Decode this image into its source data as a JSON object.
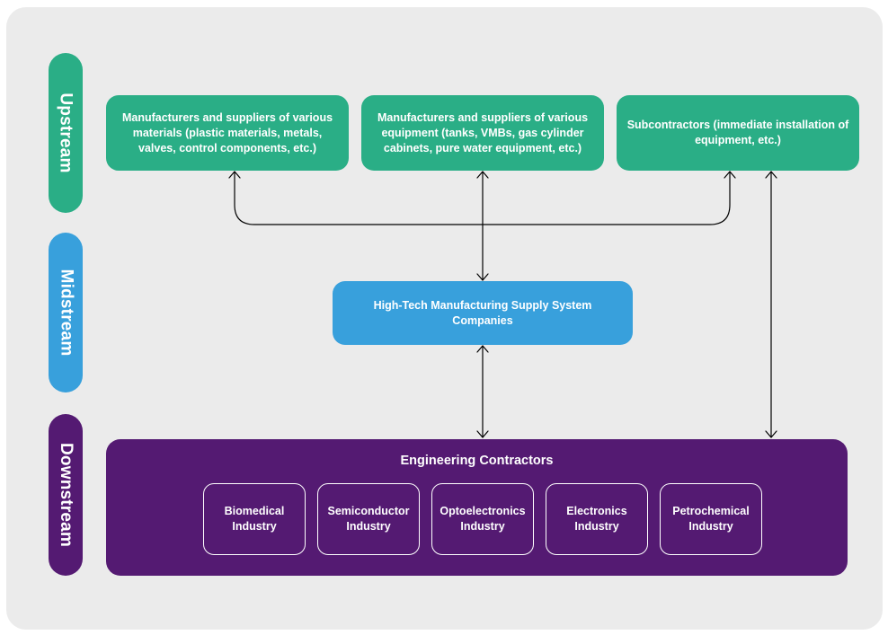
{
  "colors": {
    "background": "#ebebeb",
    "upstream": "#2aae86",
    "midstream": "#38a0dc",
    "downstream": "#541a72",
    "text_on_color": "#ffffff",
    "connector": "#000000"
  },
  "stages": {
    "upstream": "Upstream",
    "midstream": "Midstream",
    "downstream": "Downstream"
  },
  "upstream_boxes": [
    "Manufacturers and suppliers of various materials (plastic materials, metals, valves, control components, etc.)",
    "Manufacturers and suppliers of various equipment (tanks, VMBs, gas cylinder cabinets, pure water equipment, etc.)",
    "Subcontractors (immediate installation of equipment, etc.)"
  ],
  "midstream_box": "High-Tech Manufacturing Supply System Companies",
  "downstream": {
    "title": "Engineering Contractors",
    "industries": [
      "Biomedical Industry",
      "Semiconductor Industry",
      "Optoelectronics Industry",
      "Electronics Industry",
      "Petrochemical Industry"
    ]
  }
}
